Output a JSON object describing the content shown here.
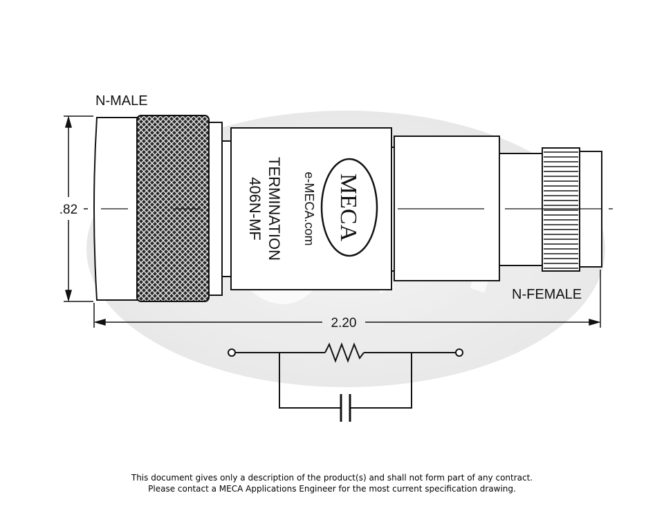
{
  "labels": {
    "male": "N-MALE",
    "female": "N-FEMALE",
    "height_dim": ".82",
    "length_dim": "2.20"
  },
  "body_text": {
    "line1": "TERMINATION",
    "line2": "406N-MF",
    "url": "e-MECA.com"
  },
  "logo": {
    "text": "MECA"
  },
  "disclaimer": {
    "line1": "This document gives only a description of the product(s) and shall not form part of any contract.",
    "line2": "Please contact a MECA Applications Engineer for the most current specification drawing."
  },
  "colors": {
    "stroke": "#111111",
    "watermark": "#eeeeee",
    "body_fill": "#ffffff"
  }
}
